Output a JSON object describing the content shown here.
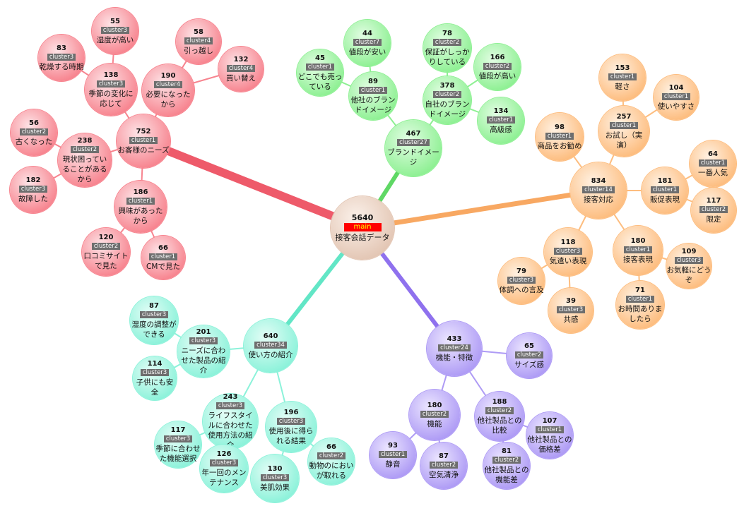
{
  "root": {
    "count": "5640",
    "tag": "main",
    "label": "接客会話データ"
  },
  "groups": [
    {
      "name": "red",
      "color": "#f7848f",
      "light": "#fde3e6",
      "stroke": "#ee5a6a",
      "hub": {
        "count": "752",
        "tag": "cluster1",
        "label": "お客様のニーズ"
      },
      "children": [
        {
          "count": "138",
          "tag": "cluster3",
          "label": "季節の変化に\n応じて",
          "children": [
            {
              "count": "55",
              "tag": "cluster3",
              "label": "湿度が高い"
            },
            {
              "count": "83",
              "tag": "cluster3",
              "label": "乾燥する時期"
            }
          ]
        },
        {
          "count": "190",
          "tag": "cluster4",
          "label": "必要になった\nから",
          "children": [
            {
              "count": "58",
              "tag": "cluster4",
              "label": "引っ越し"
            },
            {
              "count": "132",
              "tag": "cluster4",
              "label": "買い替え"
            }
          ]
        },
        {
          "count": "238",
          "tag": "cluster2",
          "label": "現状困ってい\nることがある\nから",
          "children": [
            {
              "count": "56",
              "tag": "cluster2",
              "label": "古くなった"
            },
            {
              "count": "182",
              "tag": "cluster3",
              "label": "故障した"
            }
          ]
        },
        {
          "count": "186",
          "tag": "cluster1",
          "label": "興味があった\nから",
          "children": [
            {
              "count": "120",
              "tag": "cluster2",
              "label": "口コミサイト\nで見た"
            },
            {
              "count": "66",
              "tag": "cluster1",
              "label": "CMで見た"
            }
          ]
        }
      ]
    },
    {
      "name": "green",
      "color": "#8ef093",
      "light": "#e2fde3",
      "stroke": "#5fd865",
      "hub": {
        "count": "467",
        "tag": "cluster27",
        "label": "ブランドイメージ"
      },
      "children": [
        {
          "count": "89",
          "tag": "cluster1",
          "label": "他社のブラン\nドイメージ",
          "children": [
            {
              "count": "44",
              "tag": "cluster7",
              "label": "値段が安い"
            },
            {
              "count": "45",
              "tag": "cluster1",
              "label": "どこでも売っ\nている"
            }
          ]
        },
        {
          "count": "378",
          "tag": "cluster2",
          "label": "自社のブラン\nドイメージ",
          "children": [
            {
              "count": "78",
              "tag": "cluster2",
              "label": "保証がしっか\nりしている"
            },
            {
              "count": "166",
              "tag": "cluster2",
              "label": "値段が高い"
            },
            {
              "count": "134",
              "tag": "cluster1",
              "label": "高級感"
            }
          ]
        }
      ]
    },
    {
      "name": "orange",
      "color": "#fdbd7f",
      "light": "#fff1e2",
      "stroke": "#f8a862",
      "hub": {
        "count": "834",
        "tag": "cluster14",
        "label": "接客対応"
      },
      "children": [
        {
          "count": "98",
          "tag": "cluster1",
          "label": "商品をお勧め",
          "children": []
        },
        {
          "count": "257",
          "tag": "cluster1",
          "label": "お試し（実\n演）",
          "children": [
            {
              "count": "153",
              "tag": "cluster1",
              "label": "軽さ"
            },
            {
              "count": "104",
              "tag": "cluster1",
              "label": "使いやすさ"
            }
          ]
        },
        {
          "count": "181",
          "tag": "cluster1",
          "label": "販促表現",
          "children": [
            {
              "count": "64",
              "tag": "cluster1",
              "label": "一番人気"
            },
            {
              "count": "117",
              "tag": "cluster2",
              "label": "限定"
            }
          ]
        },
        {
          "count": "180",
          "tag": "cluster1",
          "label": "接客表現",
          "children": [
            {
              "count": "109",
              "tag": "cluster3",
              "label": "お気軽にどう\nぞ"
            },
            {
              "count": "71",
              "tag": "cluster1",
              "label": "お時間ありま\nしたら"
            }
          ]
        },
        {
          "count": "118",
          "tag": "cluster3",
          "label": "気遣い表現",
          "children": [
            {
              "count": "79",
              "tag": "cluster3",
              "label": "体調への言及"
            },
            {
              "count": "39",
              "tag": "cluster3",
              "label": "共感"
            }
          ]
        }
      ]
    },
    {
      "name": "purple",
      "color": "#ae9bf5",
      "light": "#ece6ff",
      "stroke": "#8f71ee",
      "hub": {
        "count": "433",
        "tag": "cluster24",
        "label": "機能・特徴"
      },
      "children": [
        {
          "count": "65",
          "tag": "cluster2",
          "label": "サイズ感",
          "children": []
        },
        {
          "count": "188",
          "tag": "cluster2",
          "label": "他社製品との\n比較",
          "children": [
            {
              "count": "107",
              "tag": "cluster1",
              "label": "他社製品との\n価格差"
            },
            {
              "count": "81",
              "tag": "cluster2",
              "label": "他社製品との\n機能差"
            }
          ]
        },
        {
          "count": "180",
          "tag": "cluster2",
          "label": "機能",
          "children": [
            {
              "count": "93",
              "tag": "cluster1",
              "label": "静音"
            },
            {
              "count": "87",
              "tag": "cluster2",
              "label": "空気清浄"
            }
          ]
        }
      ]
    },
    {
      "name": "teal",
      "color": "#8cf2da",
      "light": "#e4fdf6",
      "stroke": "#62e6c6",
      "hub": {
        "count": "640",
        "tag": "cluster34",
        "label": "使い方の紹介"
      },
      "children": [
        {
          "count": "201",
          "tag": "cluster3",
          "label": "ニーズに合わ\nせた製品の紹\n介",
          "children": [
            {
              "count": "87",
              "tag": "cluster3",
              "label": "湿度の調整が\nできる"
            },
            {
              "count": "114",
              "tag": "cluster3",
              "label": "子供にも安全"
            }
          ]
        },
        {
          "count": "243",
          "tag": "cluster3",
          "label": "ライフスタイ\nルに合わせた\n使用方法の紹\n介",
          "children": [
            {
              "count": "117",
              "tag": "cluster3",
              "label": "季節に合わせ\nた機能選択"
            },
            {
              "count": "126",
              "tag": "cluster3",
              "label": "年一回のメン\nテナンス"
            }
          ]
        },
        {
          "count": "196",
          "tag": "cluster3",
          "label": "使用後に得ら\nれる結果",
          "children": [
            {
              "count": "130",
              "tag": "cluster3",
              "label": "美肌効果"
            },
            {
              "count": "66",
              "tag": "cluster2",
              "label": "動物のにおい\nが取れる"
            }
          ]
        }
      ]
    }
  ]
}
